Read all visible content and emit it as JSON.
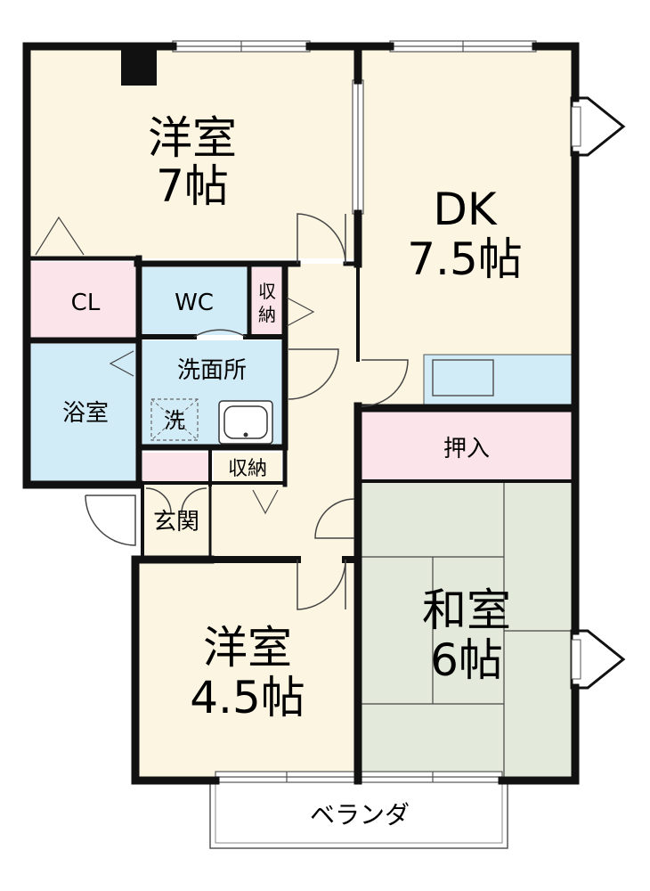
{
  "colors": {
    "western_room": "#fcf5e2",
    "closet": "#fbe4ea",
    "water_area": "#d2ecf7",
    "tatami": "#e4eadb",
    "wall": "#111111",
    "thin_line": "#555555"
  },
  "rooms": {
    "western_7": {
      "name": "洋室",
      "size": "7帖"
    },
    "dk": {
      "name": "DK",
      "size": "7.5帖"
    },
    "closet": {
      "name": "CL"
    },
    "wc": {
      "name": "WC"
    },
    "storage_top": {
      "name": "収納"
    },
    "washroom": {
      "name": "洗面所"
    },
    "washer": {
      "name": "洗"
    },
    "bath": {
      "name": "浴室"
    },
    "storage_mid": {
      "name": "収納"
    },
    "oshiire": {
      "name": "押入"
    },
    "entrance": {
      "name": "玄関"
    },
    "western_45": {
      "name": "洋室",
      "size": "4.5帖"
    },
    "japanese": {
      "name": "和室",
      "size": "6帖"
    },
    "veranda": {
      "name": "ベランダ"
    }
  }
}
